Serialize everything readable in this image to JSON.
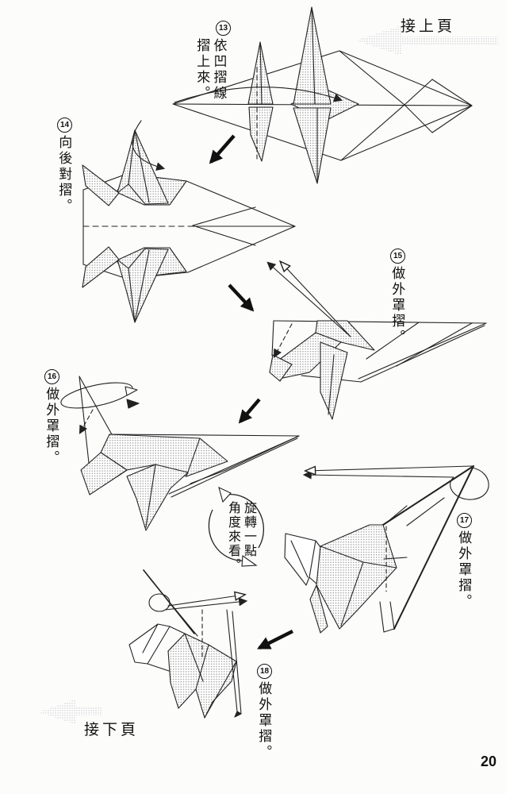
{
  "page": {
    "number": "20",
    "prev_page_label": "接上頁",
    "next_page_label": "接下頁"
  },
  "steps": [
    {
      "num": "13",
      "text": "依凹摺線摺上來。"
    },
    {
      "num": "14",
      "text": "向後對摺。"
    },
    {
      "num": "15",
      "text": "做外罩摺。"
    },
    {
      "num": "16",
      "text": "做外罩摺。"
    },
    {
      "num": "17",
      "text": "做外罩摺。"
    },
    {
      "num": "18",
      "text": "做外罩摺。"
    }
  ],
  "rotation_note": {
    "line1": "旋轉一點",
    "line2": "角度來看。"
  },
  "colors": {
    "line": "#222222",
    "halftone_dot": "#9c9c9c",
    "nav_arrow_dot": "#c6c6c6",
    "paper": "#fcfcfb",
    "bold_arrow": "#111111"
  },
  "icons": {
    "prev_page_arrow": "left-halftone-arrow",
    "next_page_arrow": "left-halftone-arrow",
    "step_arrows": "solid-black-arrow",
    "rotation_arrows": "circular-arrow-pair"
  }
}
